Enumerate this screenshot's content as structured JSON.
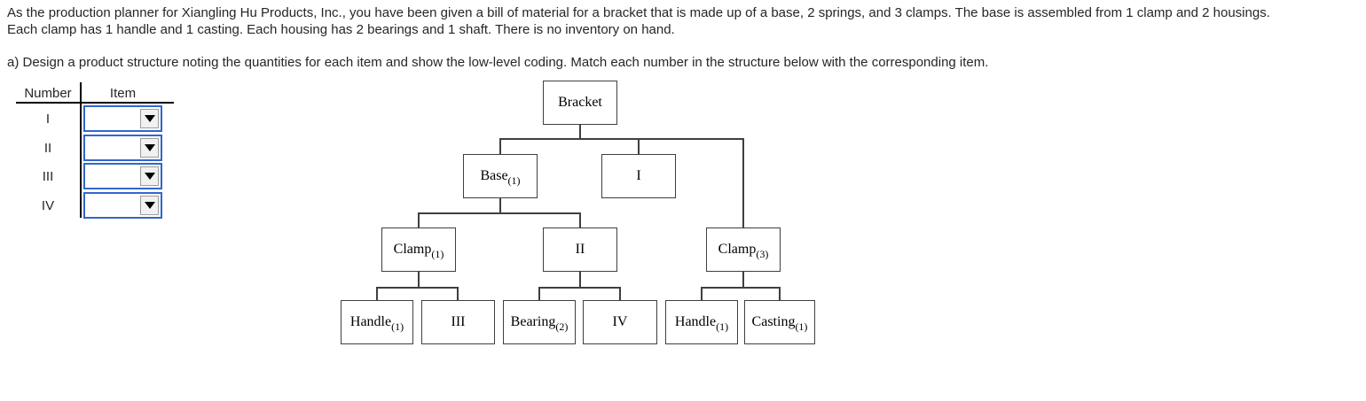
{
  "problem": {
    "paragraph": "As the production planner for Xiangling Hu Products, Inc., you have been given a bill of material for a bracket that is made up of a base, 2 springs, and 3 clamps. The base is assembled from 1 clamp and 2 housings. Each clamp has 1 handle and 1 casting. Each housing has 2 bearings and 1 shaft. There is no inventory on hand.",
    "part_a": "a) Design a product structure noting the quantities for each item and show the low-level coding. Match each number in the structure below with the corresponding item."
  },
  "match_table": {
    "headers": {
      "number": "Number",
      "item": "Item"
    },
    "rows": [
      {
        "number": "I",
        "selected": ""
      },
      {
        "number": "II",
        "selected": ""
      },
      {
        "number": "III",
        "selected": ""
      },
      {
        "number": "IV",
        "selected": ""
      }
    ]
  },
  "tree": {
    "nodes": {
      "bracket": {
        "label": "Bracket",
        "qty": ""
      },
      "base": {
        "label": "Base",
        "qty": "(1)"
      },
      "blank1": {
        "label": "I"
      },
      "clamp1": {
        "label": "Clamp",
        "qty": "(1)"
      },
      "blank2": {
        "label": "II"
      },
      "clamp3": {
        "label": "Clamp",
        "qty": "(3)"
      },
      "handle_l": {
        "label": "Handle",
        "qty": "(1)"
      },
      "blank3": {
        "label": "III"
      },
      "bearing": {
        "label": "Bearing",
        "qty": "(2)"
      },
      "blank4": {
        "label": "IV"
      },
      "handle_r": {
        "label": "Handle",
        "qty": "(1)"
      },
      "casting": {
        "label": "Casting",
        "qty": "(1)"
      }
    }
  },
  "icons": {
    "dropdown_arrow": "triangle-down"
  },
  "colors": {
    "select_border": "#3366CC",
    "diagram_line": "#3F3F3F",
    "text": "#262626",
    "background": "#FFFFFF"
  }
}
